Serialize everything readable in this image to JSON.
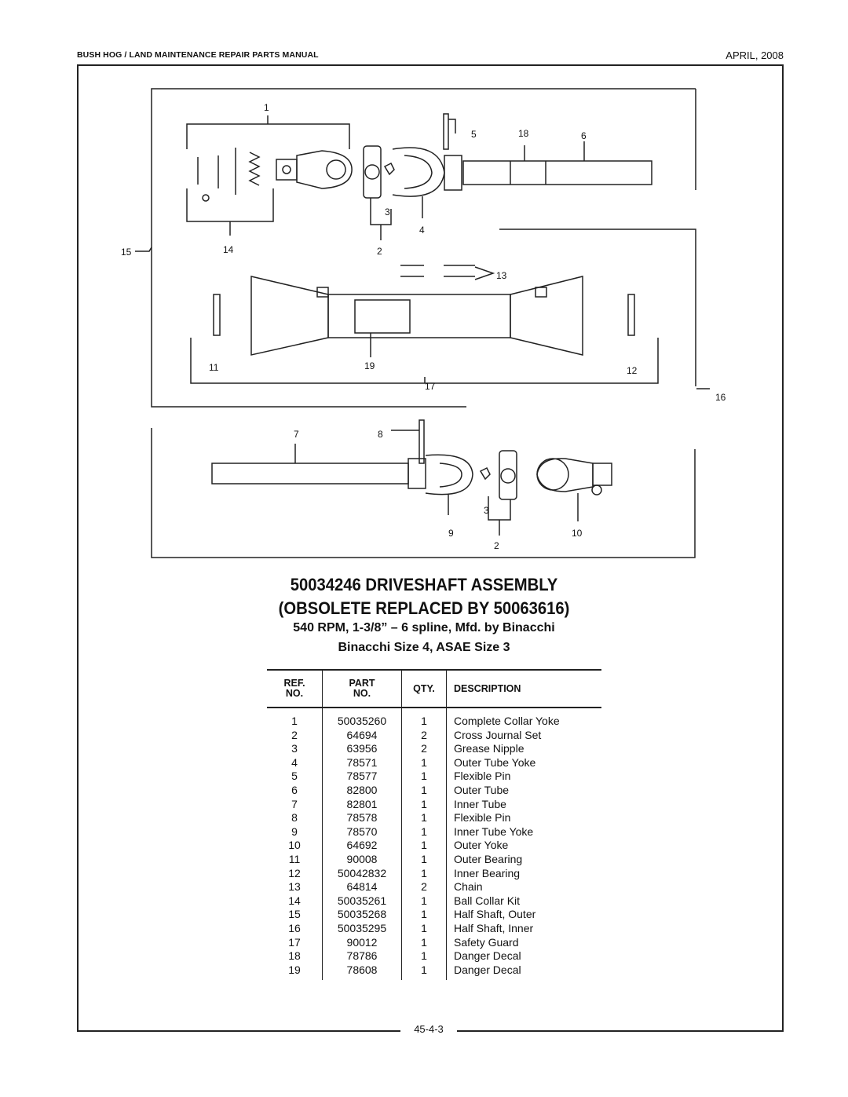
{
  "header": {
    "manual_title": "BUSH HOG / LAND MAINTENANCE REPAIR PARTS MANUAL",
    "date": "APRIL, 2008"
  },
  "diagram": {
    "callouts": [
      "1",
      "5",
      "18",
      "6",
      "3",
      "4",
      "15",
      "14",
      "2",
      "13",
      "11",
      "19",
      "12",
      "17",
      "16",
      "7",
      "8",
      "3",
      "9",
      "10",
      "2"
    ]
  },
  "title": {
    "line1": "50034246 DRIVESHAFT ASSEMBLY",
    "line2": "(OBSOLETE REPLACED BY 50063616)",
    "line3": "540 RPM, 1-3/8” – 6 spline, Mfd. by Binacchi",
    "line4": "Binacchi Size 4, ASAE Size 3"
  },
  "table": {
    "headers": {
      "ref_line1": "REF.",
      "ref_line2": "NO.",
      "part_line1": "PART",
      "part_line2": "NO.",
      "qty": "QTY.",
      "description": "DESCRIPTION"
    },
    "rows": [
      {
        "ref": "1",
        "part": "50035260",
        "qty": "1",
        "desc": "Complete Collar Yoke"
      },
      {
        "ref": "2",
        "part": "64694",
        "qty": "2",
        "desc": "Cross Journal Set"
      },
      {
        "ref": "3",
        "part": "63956",
        "qty": "2",
        "desc": "Grease Nipple"
      },
      {
        "ref": "4",
        "part": "78571",
        "qty": "1",
        "desc": "Outer Tube Yoke"
      },
      {
        "ref": "5",
        "part": "78577",
        "qty": "1",
        "desc": "Flexible Pin"
      },
      {
        "ref": "6",
        "part": "82800",
        "qty": "1",
        "desc": "Outer Tube"
      },
      {
        "ref": "7",
        "part": "82801",
        "qty": "1",
        "desc": "Inner Tube"
      },
      {
        "ref": "8",
        "part": "78578",
        "qty": "1",
        "desc": "Flexible Pin"
      },
      {
        "ref": "9",
        "part": "78570",
        "qty": "1",
        "desc": "Inner Tube Yoke"
      },
      {
        "ref": "10",
        "part": "64692",
        "qty": "1",
        "desc": "Outer Yoke"
      },
      {
        "ref": "11",
        "part": "90008",
        "qty": "1",
        "desc": "Outer Bearing"
      },
      {
        "ref": "12",
        "part": "50042832",
        "qty": "1",
        "desc": "Inner Bearing"
      },
      {
        "ref": "13",
        "part": "64814",
        "qty": "2",
        "desc": "Chain"
      },
      {
        "ref": "14",
        "part": "50035261",
        "qty": "1",
        "desc": "Ball Collar Kit"
      },
      {
        "ref": "15",
        "part": "50035268",
        "qty": "1",
        "desc": "Half Shaft, Outer"
      },
      {
        "ref": "16",
        "part": "50035295",
        "qty": "1",
        "desc": "Half Shaft, Inner"
      },
      {
        "ref": "17",
        "part": "90012",
        "qty": "1",
        "desc": "Safety Guard"
      },
      {
        "ref": "18",
        "part": "78786",
        "qty": "1",
        "desc": "Danger Decal"
      },
      {
        "ref": "19",
        "part": "78608",
        "qty": "1",
        "desc": "Danger Decal"
      }
    ]
  },
  "footer": {
    "page_number": "45-4-3"
  }
}
